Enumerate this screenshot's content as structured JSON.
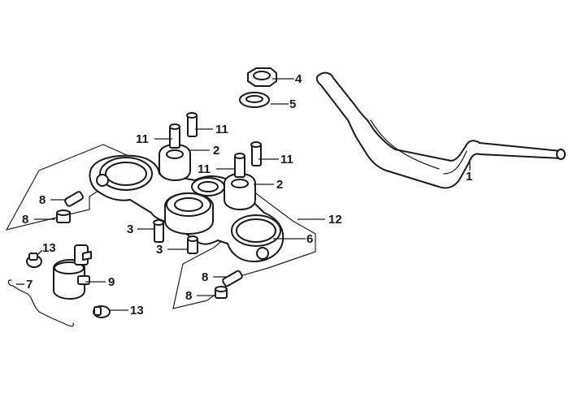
{
  "diagram": {
    "callouts": [
      "1",
      "2",
      "2",
      "3",
      "3",
      "4",
      "5",
      "6",
      "7",
      "8",
      "8",
      "8",
      "8",
      "9",
      "11",
      "11",
      "11",
      "11",
      "12",
      "13",
      "13"
    ]
  }
}
